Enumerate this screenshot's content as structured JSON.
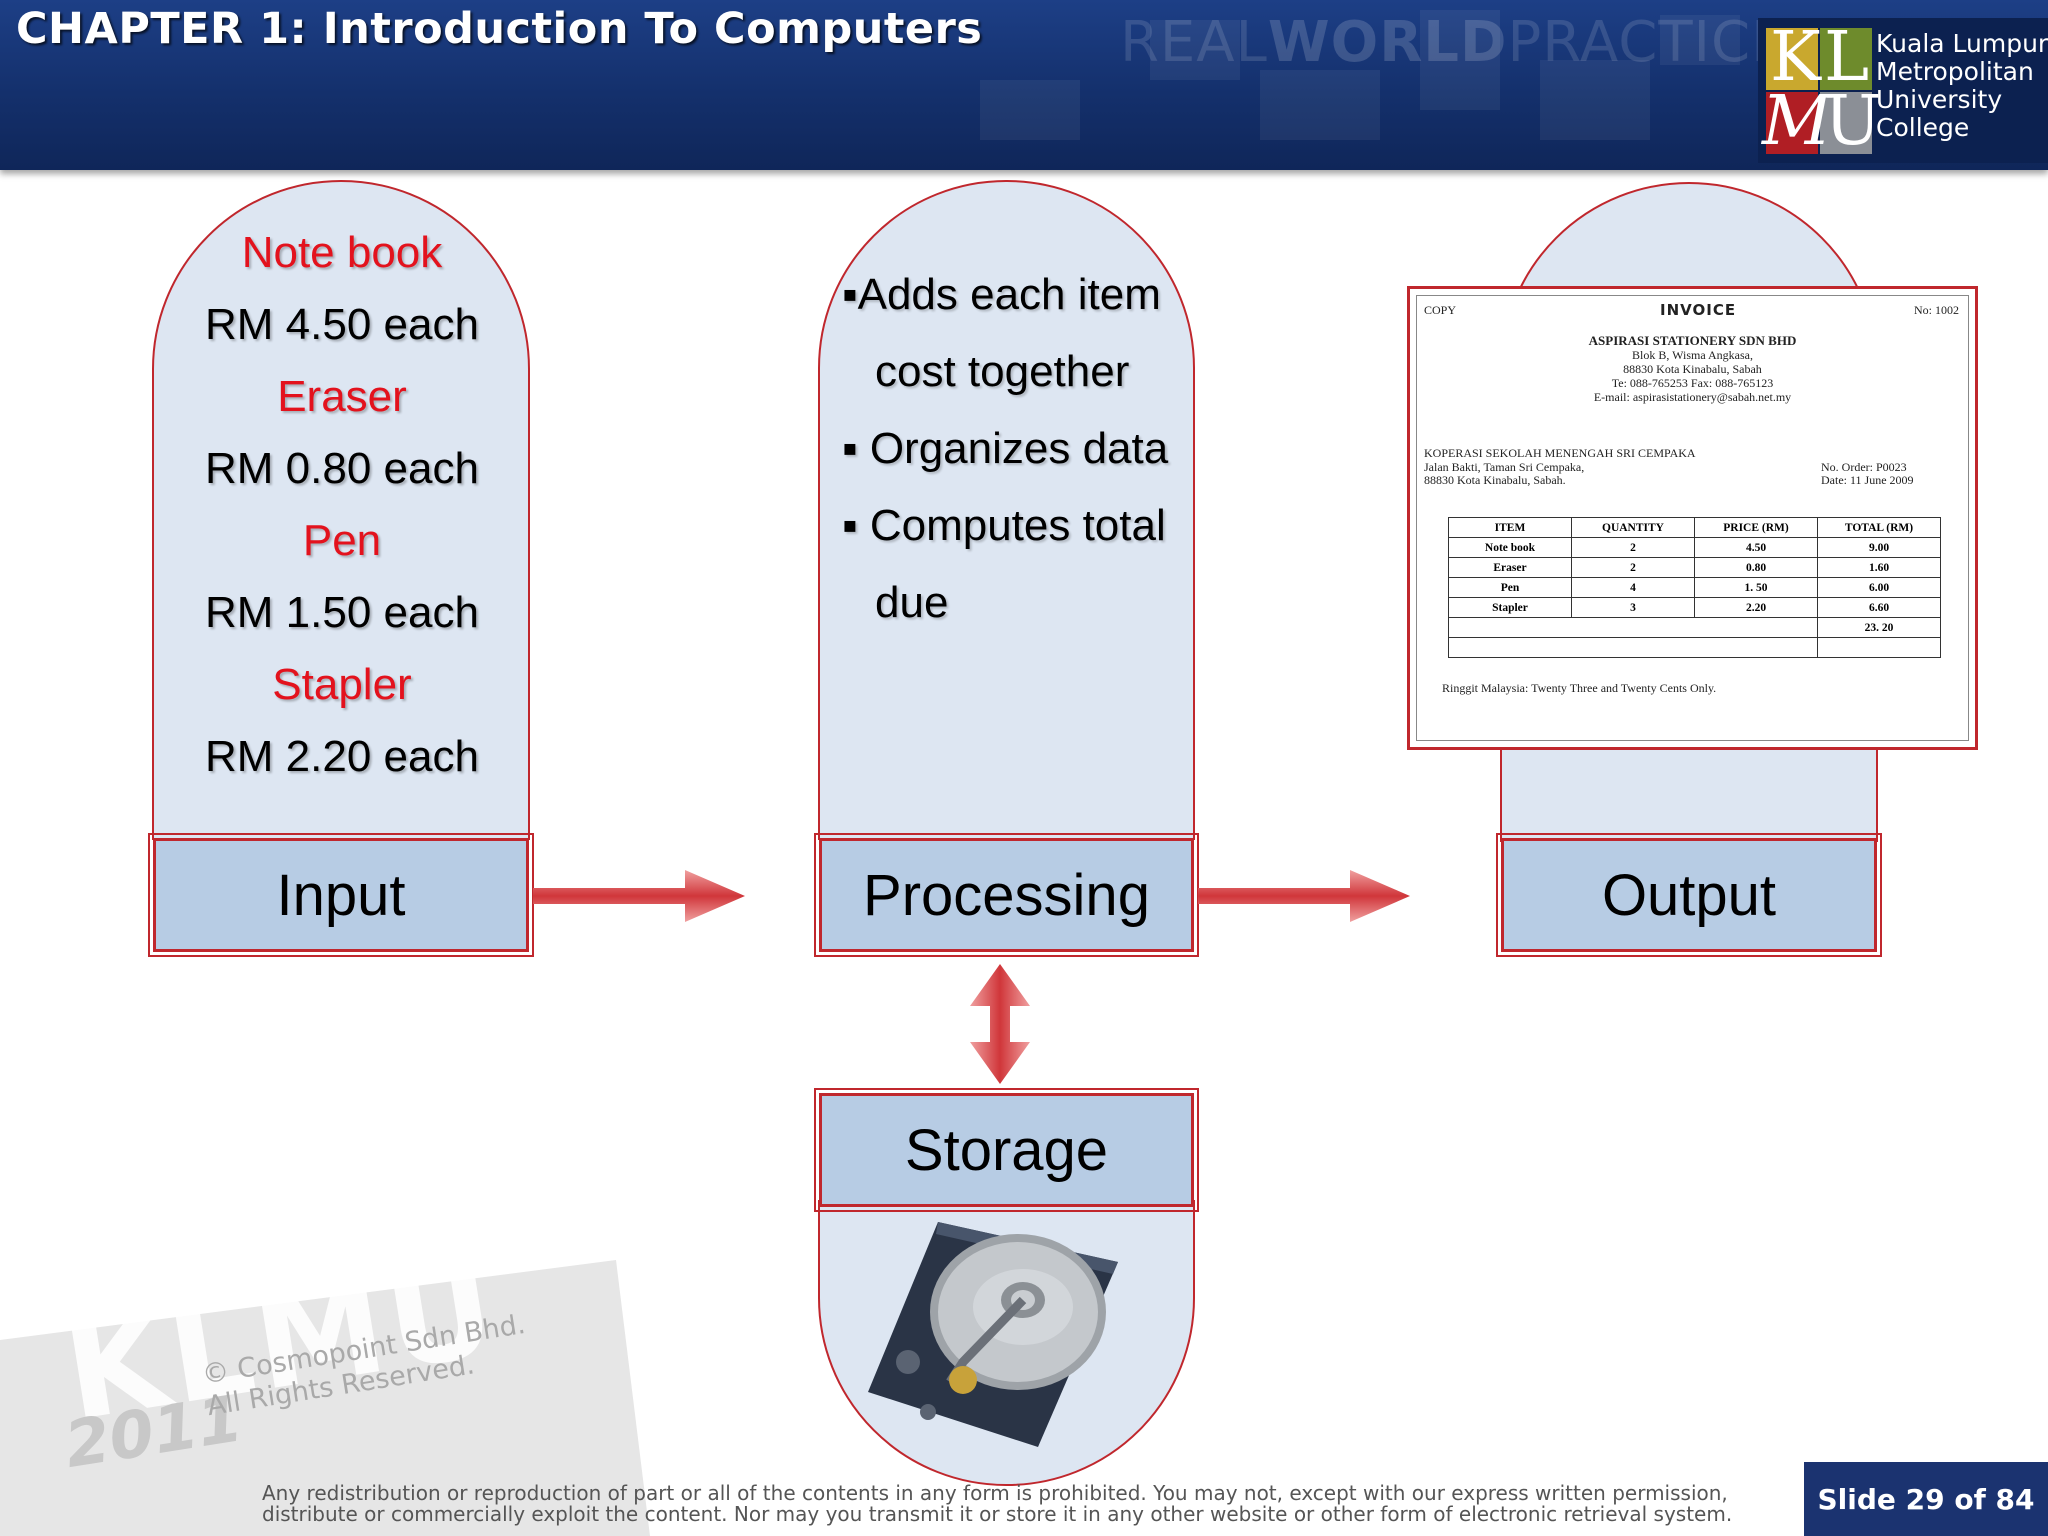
{
  "header": {
    "title": "CHAPTER 1: Introduction To Computers",
    "watermark_left": "REAL",
    "watermark_bold": "WORLD",
    "watermark_right": "PRACTICE",
    "logo": {
      "letters": [
        "K",
        "L",
        "M",
        "U"
      ],
      "lines": [
        "Kuala Lumpur",
        "Metropolitan",
        "University",
        "College"
      ]
    }
  },
  "input": {
    "label": "Input",
    "items": [
      {
        "name": "Note book",
        "price": "RM 4.50 each"
      },
      {
        "name": "Eraser",
        "price": "RM 0.80 each"
      },
      {
        "name": "Pen",
        "price": "RM 1.50 each"
      },
      {
        "name": "Stapler",
        "price": "RM 2.20 each"
      }
    ]
  },
  "processing": {
    "label": "Processing",
    "bullets": [
      [
        "▪Adds each item",
        "cost together"
      ],
      [
        "▪ Organizes data"
      ],
      [
        "▪ Computes total",
        "due"
      ]
    ]
  },
  "output": {
    "label": "Output"
  },
  "storage": {
    "label": "Storage"
  },
  "invoice": {
    "copy": "COPY",
    "title": "INVOICE",
    "number": "No: 1002",
    "company": "ASPIRASI STATIONERY SDN BHD",
    "address": [
      "Blok B, Wisma Angkasa,",
      "88830 Kota Kinabalu, Sabah",
      "Te: 088-765253    Fax: 088-765123",
      "E-mail: aspirasistationery@sabah.net.my"
    ],
    "customer": [
      "KOPERASI SEKOLAH MENENGAH SRI CEMPAKA",
      "Jalan Bakti, Taman Sri Cempaka,",
      "88830 Kota Kinabalu, Sabah."
    ],
    "order_no": "No. Order: P0023",
    "date": "Date: 11 June 2009",
    "columns": [
      "ITEM",
      "QUANTITY",
      "PRICE (RM)",
      "TOTAL (RM)"
    ],
    "rows": [
      [
        "Note book",
        "2",
        "4.50",
        "9.00"
      ],
      [
        "Eraser",
        "2",
        "0.80",
        "1.60"
      ],
      [
        "Pen",
        "4",
        "1. 50",
        "6.00"
      ],
      [
        "Stapler",
        "3",
        "2.20",
        "6.60"
      ]
    ],
    "grand_total": "23. 20",
    "words": "Ringgit Malaysia: Twenty Three and Twenty Cents Only."
  },
  "watermark": {
    "brand": "KLMU",
    "year": "2011",
    "copyright": "© Cosmopoint Sdn Bhd.",
    "rights": "All Rights Reserved."
  },
  "footer": {
    "notice_line1": "Any redistribution or reproduction of part or all of the contents in any form is prohibited. You may not, except with our express written permission,",
    "notice_line2": "distribute or commercially exploit the content. Nor may you transmit it or store it in any other website or other form of electronic retrieval system.",
    "slide": "Slide 29 of 84"
  },
  "colors": {
    "header_blue": "#14306c",
    "accent_red": "#c0272d",
    "panel_fill": "#dde6f2",
    "box_fill": "#b7cce4",
    "item_red": "#e3121d"
  }
}
